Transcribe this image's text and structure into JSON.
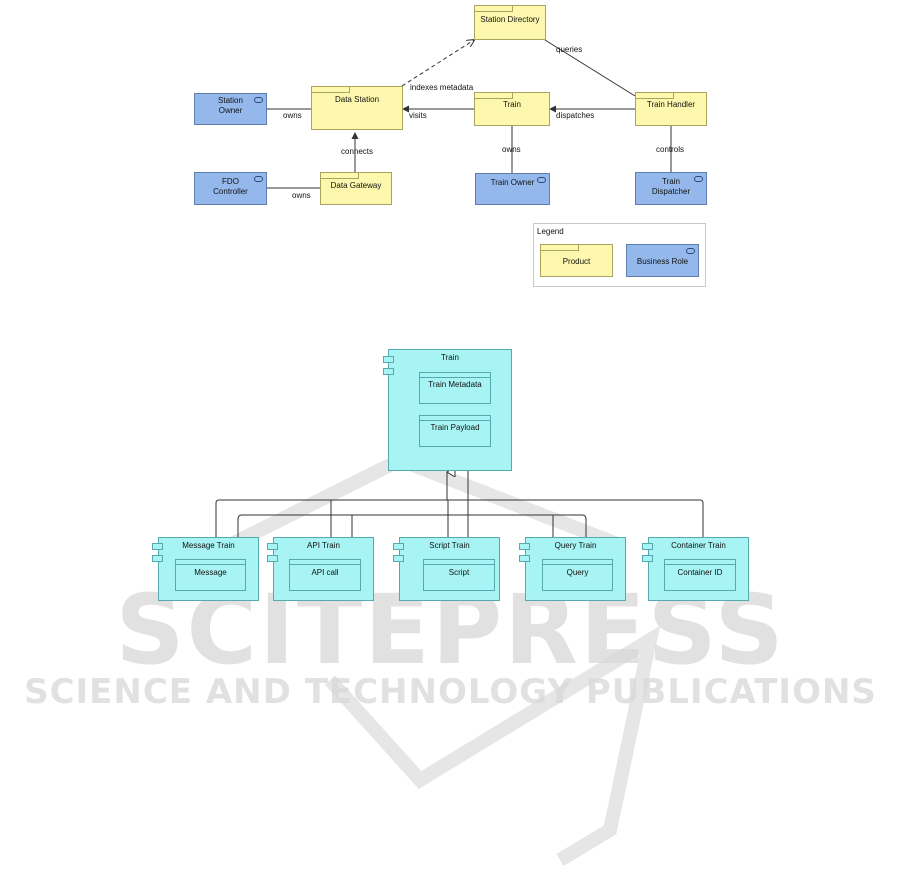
{
  "diagram1": {
    "nodes": {
      "station_directory": "Station Directory",
      "data_station": "Data Station",
      "station_owner": "Station\nOwner",
      "train": "Train",
      "train_handler": "Train Handler",
      "fdo_controller": "FDO\nController",
      "data_gateway": "Data Gateway",
      "train_owner": "Train Owner",
      "train_dispatcher": "Train\nDispatcher"
    },
    "edges": {
      "indexes_metadata": "indexes metadata",
      "queries": "queries",
      "owns_station": "owns",
      "visits": "visits",
      "dispatches": "dispatches",
      "connects": "connects",
      "owns_gateway": "owns",
      "owns_train": "owns",
      "controls": "controls"
    },
    "legend": {
      "title": "Legend",
      "product": "Product",
      "business_role": "Business Role"
    }
  },
  "diagram2": {
    "train": {
      "title": "Train",
      "metadata": "Train Metadata",
      "payload": "Train Payload"
    },
    "subtypes": [
      {
        "title": "Message Train",
        "field": "Message"
      },
      {
        "title": "API Train",
        "field": "API call"
      },
      {
        "title": "Script Train",
        "field": "Script"
      },
      {
        "title": "Query Train",
        "field": "Query"
      },
      {
        "title": "Container Train",
        "field": "Container ID"
      }
    ]
  },
  "watermark": {
    "line1": "SCITEPRESS",
    "line2": "SCIENCE AND TECHNOLOGY PUBLICATIONS"
  }
}
